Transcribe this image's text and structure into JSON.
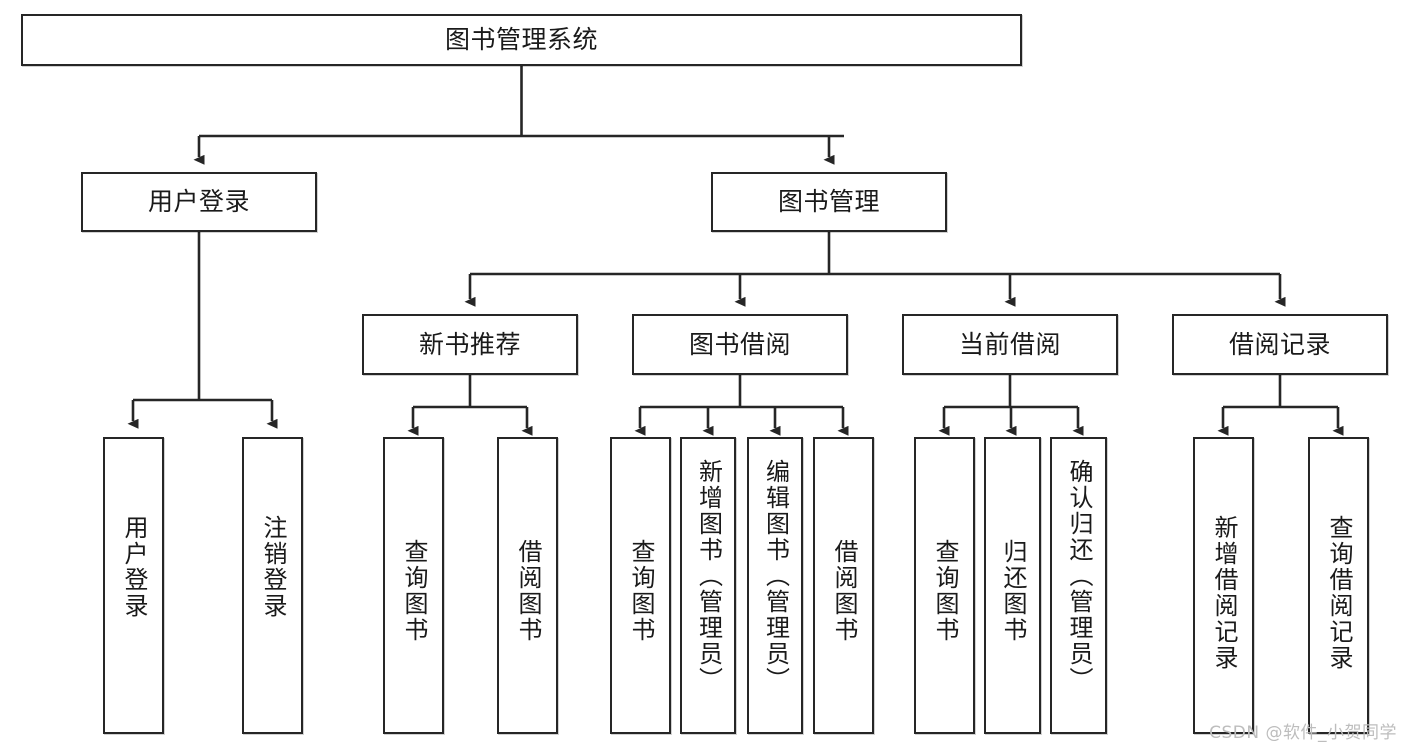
{
  "diagram": {
    "type": "tree-hierarchy",
    "title": "图书管理系统",
    "stroke_color": "#262626",
    "background_color": "#ffffff",
    "watermark": "CSDN @软件_小贺同学",
    "levels": {
      "level1": [
        "图书管理系统"
      ],
      "level2": [
        "用户登录",
        "图书管理"
      ],
      "level3": [
        "新书推荐",
        "图书借阅",
        "当前借阅",
        "借阅记录"
      ],
      "level4": [
        "用户登录",
        "注销登录",
        "查询图书",
        "借阅图书",
        "查询图书",
        "新增图书（管理员）",
        "编辑图书（管理员）",
        "借阅图书",
        "查询图书",
        "归还图书",
        "确认归还（管理员）",
        "新增借阅记录",
        "查询借阅记录"
      ]
    },
    "nodes": {
      "root": {
        "label": "图书管理系统"
      },
      "user_login": {
        "label": "用户登录"
      },
      "book_manage": {
        "label": "图书管理"
      },
      "new_book_rec": {
        "label": "新书推荐"
      },
      "book_borrow": {
        "label": "图书借阅"
      },
      "current_borrow": {
        "label": "当前借阅"
      },
      "borrow_record": {
        "label": "借阅记录"
      },
      "leaf_user_login": {
        "label": "用户登录"
      },
      "leaf_logout": {
        "label": "注销登录"
      },
      "leaf_query_book_1": {
        "label": "查询图书"
      },
      "leaf_borrow_book_1": {
        "label": "借阅图书"
      },
      "leaf_query_book_2": {
        "label": "查询图书"
      },
      "leaf_add_book_admin": {
        "label": "新增图书（管理员）"
      },
      "leaf_edit_book_admin": {
        "label": "编辑图书（管理员）"
      },
      "leaf_borrow_book_2": {
        "label": "借阅图书"
      },
      "leaf_query_book_3": {
        "label": "查询图书"
      },
      "leaf_return_book": {
        "label": "归还图书"
      },
      "leaf_confirm_return_admin": {
        "label": "确认归还（管理员）"
      },
      "leaf_add_record": {
        "label": "新增借阅记录"
      },
      "leaf_query_record": {
        "label": "查询借阅记录"
      }
    }
  }
}
